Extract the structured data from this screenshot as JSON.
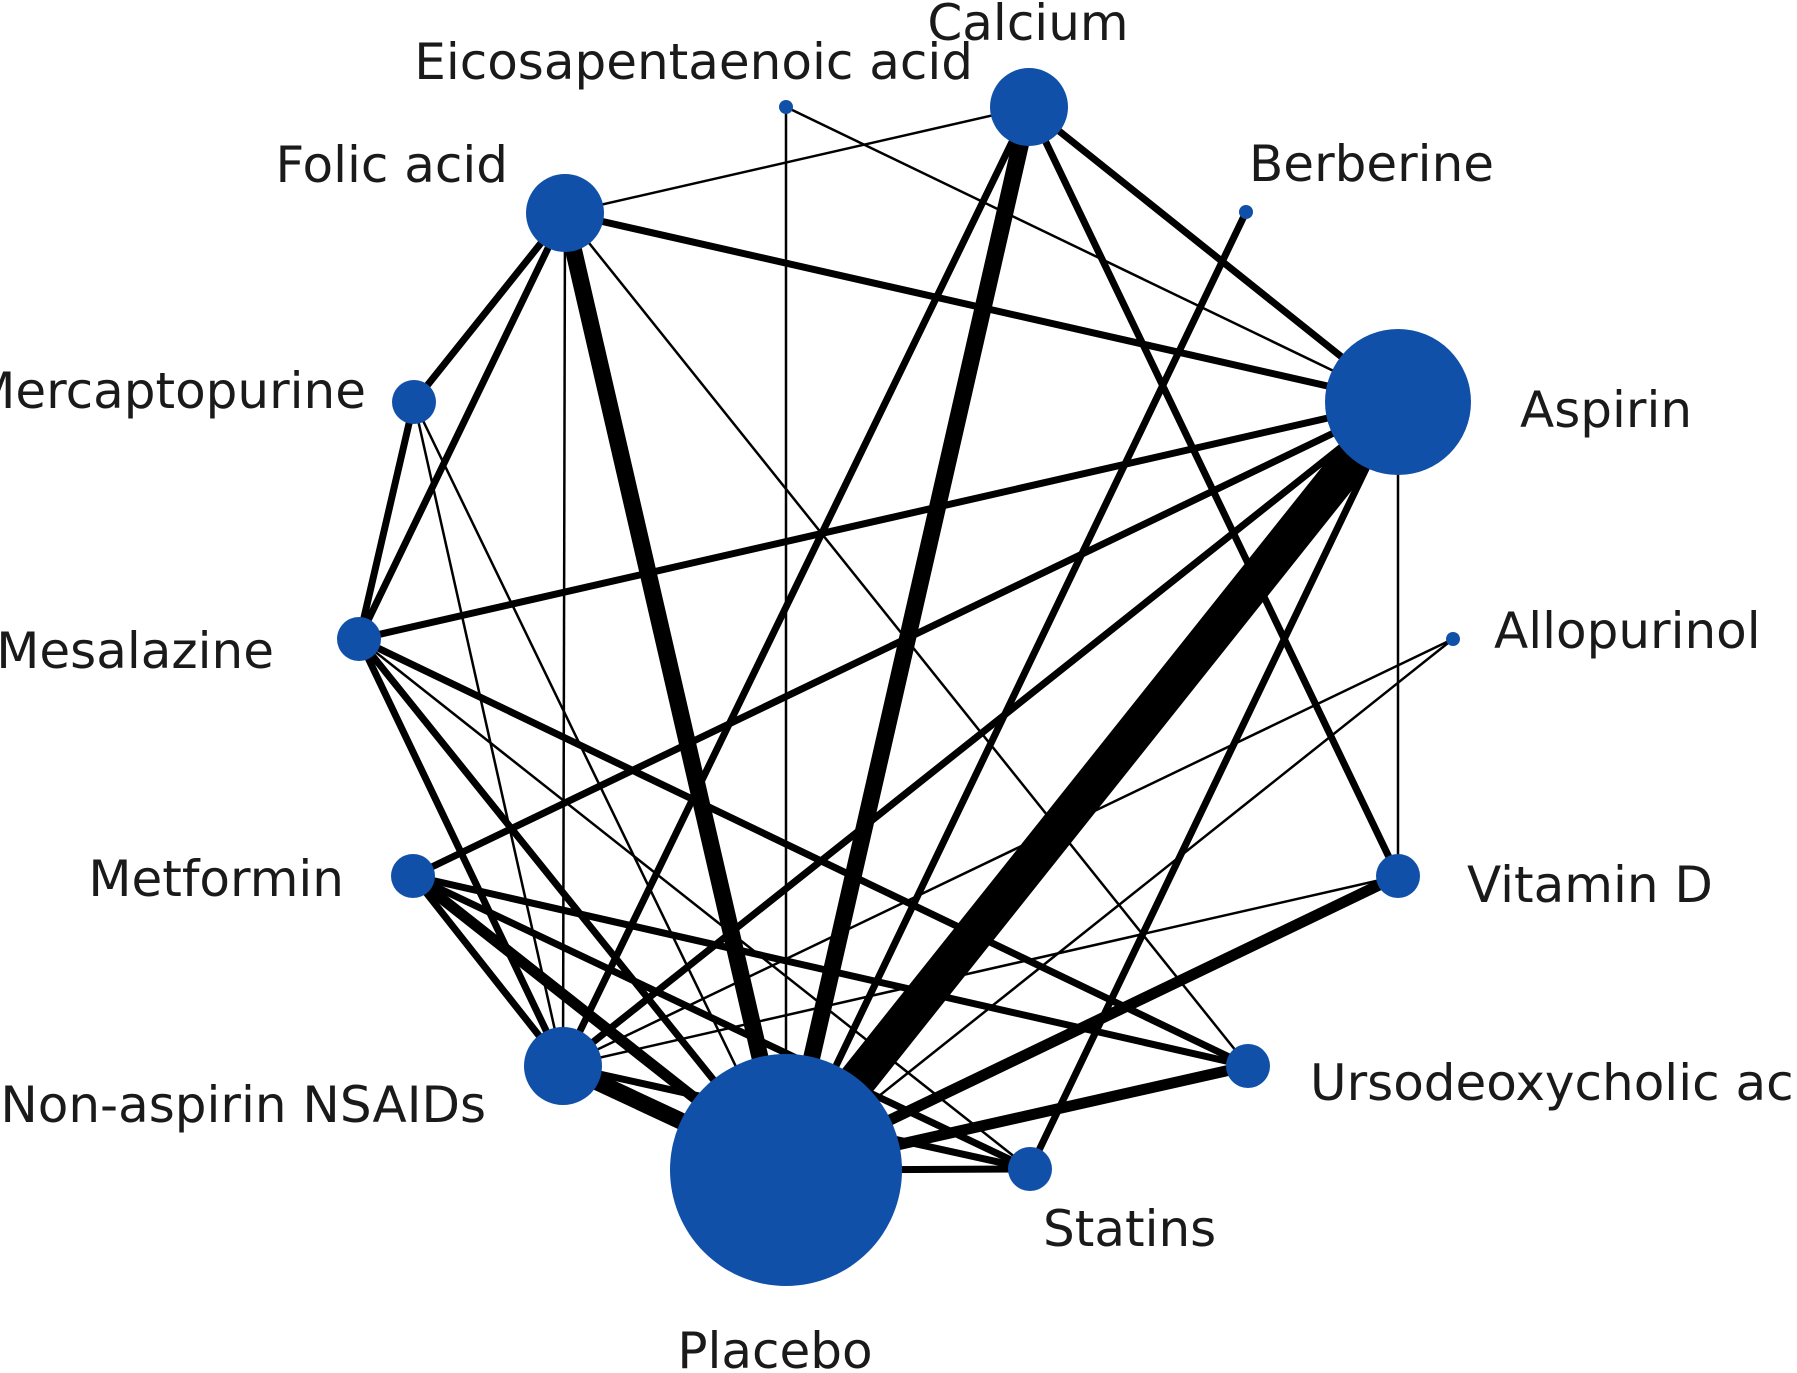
{
  "colors": {
    "node": "#1150a8",
    "edge": "#000000",
    "label": "#1a1a1a",
    "background": "#ffffff"
  },
  "nodes": [
    {
      "id": "calcium",
      "label": "Calcium",
      "size": "medium"
    },
    {
      "id": "epa",
      "label": "Eicosapentaenoic acid",
      "size": "tiny"
    },
    {
      "id": "berberine",
      "label": "Berberine",
      "size": "tiny"
    },
    {
      "id": "folic",
      "label": "Folic acid",
      "size": "medium"
    },
    {
      "id": "mercapto",
      "label": "Mercaptopurine",
      "size": "small"
    },
    {
      "id": "aspirin",
      "label": "Aspirin",
      "size": "large"
    },
    {
      "id": "mesalazine",
      "label": "Mesalazine",
      "size": "small"
    },
    {
      "id": "allopurinol",
      "label": "Allopurinol",
      "size": "tiny"
    },
    {
      "id": "metformin",
      "label": "Metformin",
      "size": "small"
    },
    {
      "id": "vitd",
      "label": "Vitamin D",
      "size": "small"
    },
    {
      "id": "nsaids",
      "label": "Non-aspirin NSAIDs",
      "size": "medium"
    },
    {
      "id": "udca",
      "label": "Ursodeoxycholic acid",
      "size": "small"
    },
    {
      "id": "statins",
      "label": "Statins",
      "size": "small"
    },
    {
      "id": "placebo",
      "label": "Placebo",
      "size": "largest"
    }
  ],
  "edges": [
    {
      "from": "aspirin",
      "to": "placebo",
      "weight": "very-heavy"
    },
    {
      "from": "calcium",
      "to": "placebo",
      "weight": "heavy"
    },
    {
      "from": "folic",
      "to": "placebo",
      "weight": "heavy"
    },
    {
      "from": "calcium",
      "to": "vitd",
      "weight": "medium"
    },
    {
      "from": "calcium",
      "to": "aspirin",
      "weight": "medium"
    },
    {
      "from": "calcium",
      "to": "nsaids",
      "weight": "medium"
    },
    {
      "from": "calcium",
      "to": "folic",
      "weight": "thin"
    },
    {
      "from": "epa",
      "to": "placebo",
      "weight": "thin"
    },
    {
      "from": "epa",
      "to": "aspirin",
      "weight": "thin"
    },
    {
      "from": "berberine",
      "to": "placebo",
      "weight": "medium"
    },
    {
      "from": "folic",
      "to": "aspirin",
      "weight": "medium"
    },
    {
      "from": "folic",
      "to": "mercapto",
      "weight": "medium"
    },
    {
      "from": "folic",
      "to": "mesalazine",
      "weight": "medium"
    },
    {
      "from": "folic",
      "to": "nsaids",
      "weight": "thin"
    },
    {
      "from": "folic",
      "to": "udca",
      "weight": "thin"
    },
    {
      "from": "mercapto",
      "to": "mesalazine",
      "weight": "medium"
    },
    {
      "from": "mercapto",
      "to": "nsaids",
      "weight": "thin"
    },
    {
      "from": "mercapto",
      "to": "placebo",
      "weight": "thin"
    },
    {
      "from": "aspirin",
      "to": "mesalazine",
      "weight": "medium"
    },
    {
      "from": "aspirin",
      "to": "metformin",
      "weight": "medium"
    },
    {
      "from": "aspirin",
      "to": "nsaids",
      "weight": "medium"
    },
    {
      "from": "aspirin",
      "to": "statins",
      "weight": "medium"
    },
    {
      "from": "aspirin",
      "to": "vitd",
      "weight": "thin"
    },
    {
      "from": "mesalazine",
      "to": "nsaids",
      "weight": "medium"
    },
    {
      "from": "mesalazine",
      "to": "placebo",
      "weight": "medium"
    },
    {
      "from": "mesalazine",
      "to": "udca",
      "weight": "medium"
    },
    {
      "from": "mesalazine",
      "to": "statins",
      "weight": "thin"
    },
    {
      "from": "allopurinol",
      "to": "nsaids",
      "weight": "thin"
    },
    {
      "from": "allopurinol",
      "to": "placebo",
      "weight": "thin"
    },
    {
      "from": "metformin",
      "to": "placebo",
      "weight": "medium-heavy"
    },
    {
      "from": "metformin",
      "to": "statins",
      "weight": "medium"
    },
    {
      "from": "metformin",
      "to": "udca",
      "weight": "medium"
    },
    {
      "from": "metformin",
      "to": "nsaids",
      "weight": "medium"
    },
    {
      "from": "vitd",
      "to": "placebo",
      "weight": "medium-heavy"
    },
    {
      "from": "vitd",
      "to": "nsaids",
      "weight": "thin"
    },
    {
      "from": "nsaids",
      "to": "placebo",
      "weight": "heavy"
    },
    {
      "from": "nsaids",
      "to": "statins",
      "weight": "medium"
    },
    {
      "from": "udca",
      "to": "placebo",
      "weight": "medium-heavy"
    },
    {
      "from": "statins",
      "to": "placebo",
      "weight": "medium"
    }
  ]
}
